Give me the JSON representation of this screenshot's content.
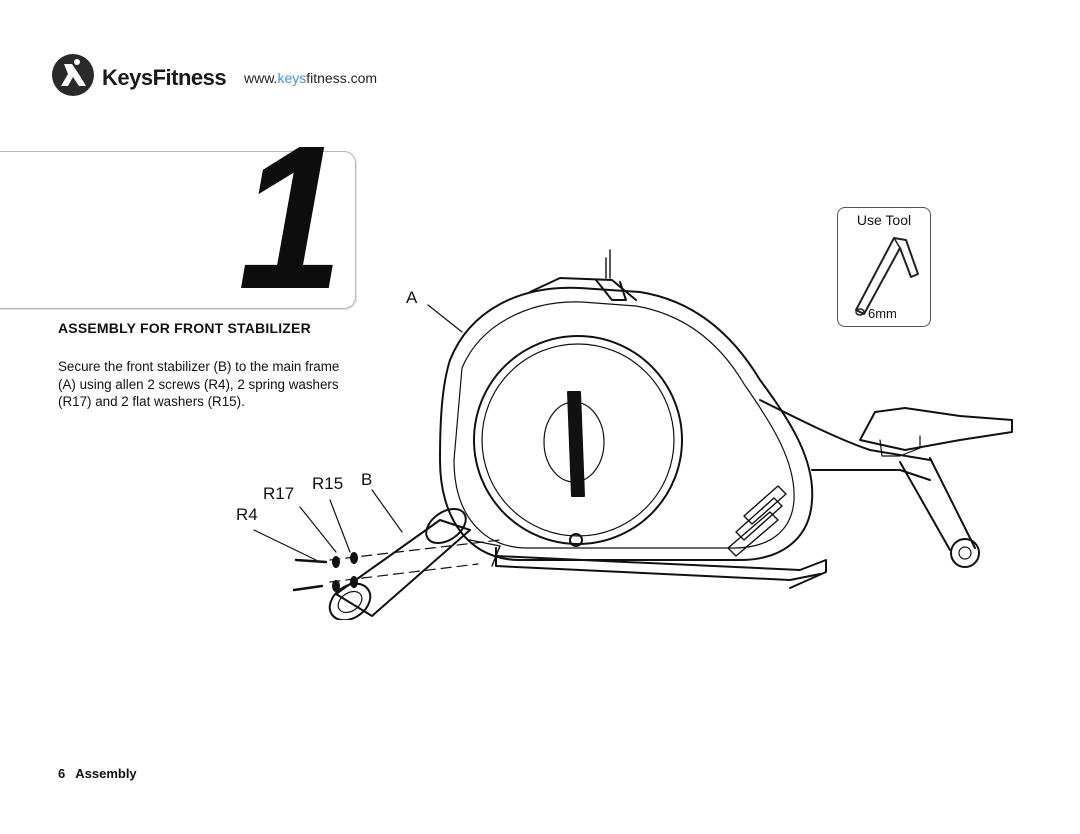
{
  "header": {
    "logo_brand_plain": "Keys",
    "logo_brand_bold": "Fitness",
    "url_prefix": "www.",
    "url_highlight": "keys",
    "url_suffix": "fitness.com"
  },
  "step": {
    "number": "1",
    "heading": "ASSEMBLY FOR FRONT STABILIZER",
    "body": "Secure the front stabilizer (B) to the main frame (A) using allen 2 screws (R4), 2 spring washers (R17) and 2 flat washers (R15)."
  },
  "tool": {
    "title": "Use Tool",
    "size": "6mm",
    "icon": "allen-wrench-icon"
  },
  "callouts": {
    "main_frame": "A",
    "stabilizer": "B",
    "spring_washer": "R17",
    "flat_washer": "R15",
    "screw": "R4"
  },
  "footer": {
    "page_number": "6",
    "section": "Assembly"
  }
}
